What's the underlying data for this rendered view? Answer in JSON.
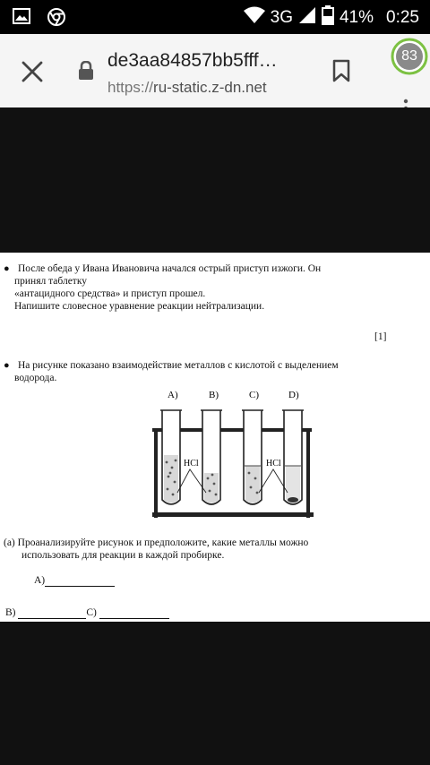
{
  "status_bar": {
    "network": "3G",
    "battery": "41%",
    "time": "0:25"
  },
  "url_bar": {
    "title": "de3aa84857bb5fff…",
    "scheme": "https://",
    "host": "ru-static.z-dn.net",
    "tabs_count": "83"
  },
  "document": {
    "q1": {
      "line1": "После обеда у Ивана Ивановича начался острый приступ изжоги. Он",
      "line2": "принял таблетку",
      "line3": "«антацидного средства» и приступ прошел.",
      "line4": "Напишите словесное уравнение реакции нейтрализации."
    },
    "mark": "[1]",
    "q2": {
      "line1": "На рисунке показано взаимодействие металлов с кислотой с выделением",
      "line2": "водорода."
    },
    "figure": {
      "labels": [
        "A)",
        "B)",
        "C)",
        "D)"
      ],
      "acid_label_1": "HCl",
      "acid_label_2": "HCl"
    },
    "qa_line1": "(а) Проанализируйте рисунок и предположите, какие металлы можно",
    "qa_line2": "использовать для реакции в каждой пробирке.",
    "ans_a_label": "A)",
    "ans_b_label": "B)",
    "ans_c_label": "C)"
  },
  "colors": {
    "status_bar_bg": "#000000",
    "url_bar_bg": "#f5f5f5",
    "page_dark": "#111111",
    "tabs_badge_ring": "#7cc142",
    "tabs_badge_fill": "#8a8a8a"
  }
}
